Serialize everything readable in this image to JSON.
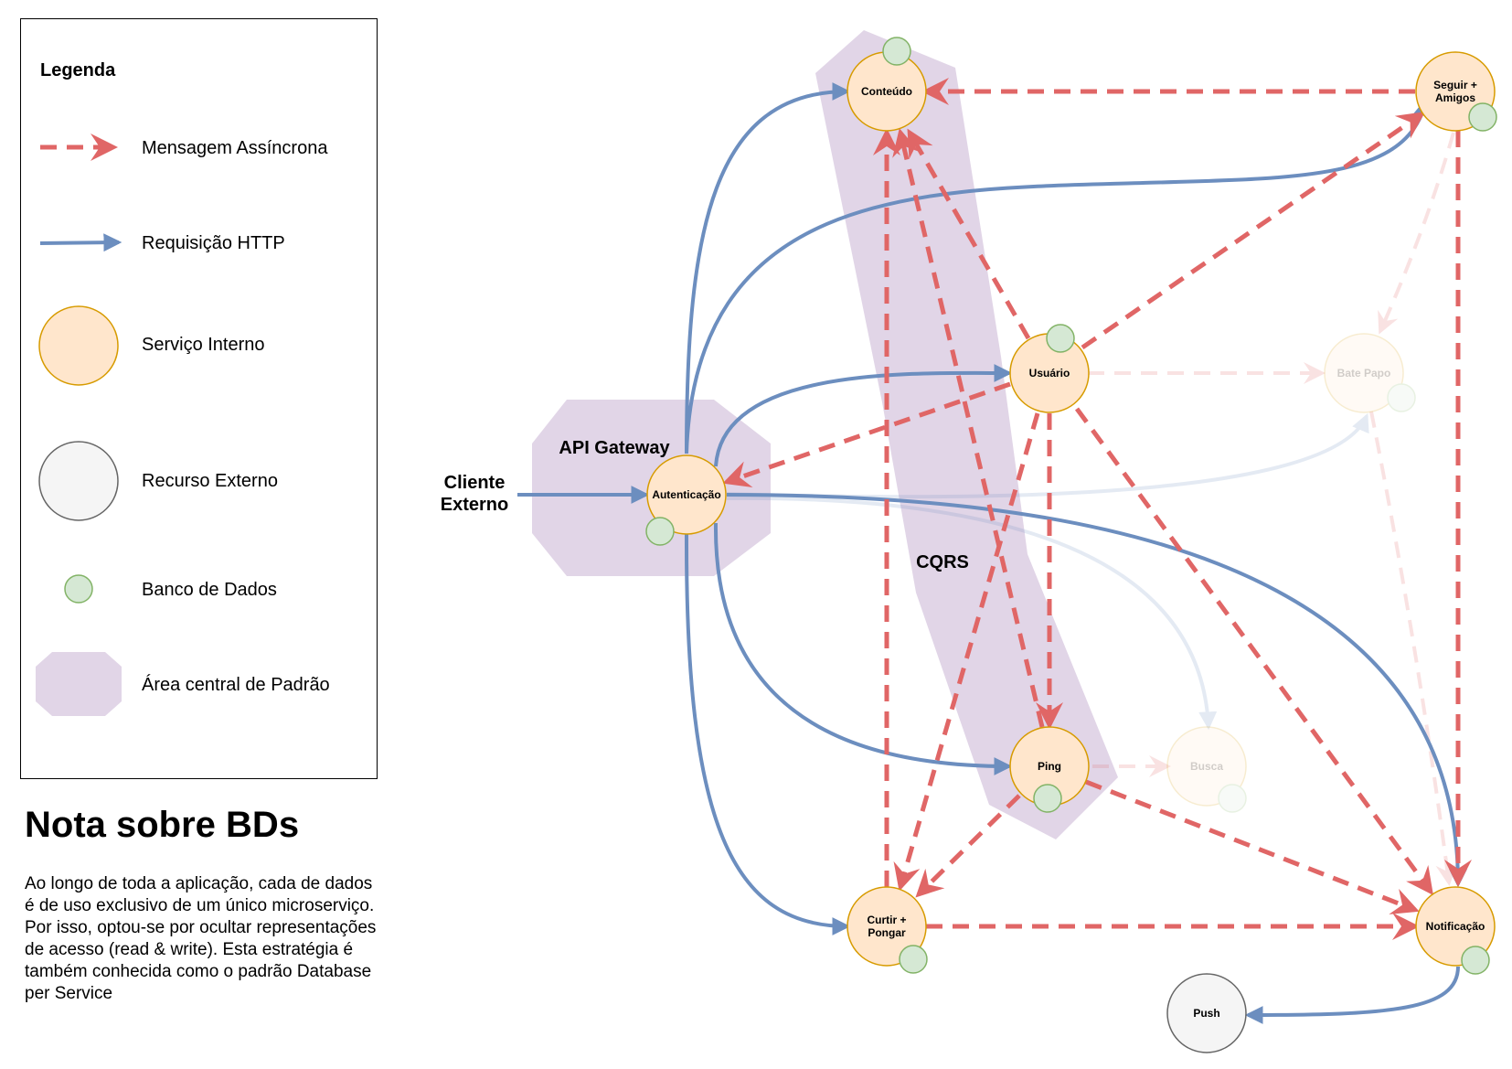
{
  "legend": {
    "title": "Legenda",
    "items": [
      {
        "label": "Mensagem Assíncrona"
      },
      {
        "label": "Requisição HTTP"
      },
      {
        "label": "Serviço Interno"
      },
      {
        "label": "Recurso Externo"
      },
      {
        "label": "Banco de Dados"
      },
      {
        "label": "Área central de Padrão"
      }
    ]
  },
  "note": {
    "title": "Nota sobre BDs",
    "body": "Ao longo de toda a aplicação, cada  de dados é de uso exclusivo de um único microserviço. Por isso, optou-se por ocultar representações de acesso (read & write). Esta estratégia é também conhecida como o padrão Database per Service"
  },
  "areas": {
    "api_gateway": "API Gateway",
    "cqrs": "CQRS"
  },
  "external_client": {
    "line1": "Cliente",
    "line2": "Externo"
  },
  "nodes": {
    "autenticacao": "Autenticação",
    "conteudo": "Conteúdo",
    "seguir": {
      "line1": "Seguir +",
      "line2": "Amigos"
    },
    "usuario": "Usuário",
    "bate_papo": "Bate Papo",
    "ping": "Ping",
    "busca": "Busca",
    "curtir": {
      "line1": "Curtir +",
      "line2": "Pongar"
    },
    "notificacao": "Notificação",
    "push": "Push"
  },
  "colors": {
    "async": "#e06666",
    "http": "#6c8ebf",
    "service_fill": "#ffe6cc",
    "service_stroke": "#d79b00",
    "external_fill": "#f5f5f5",
    "external_stroke": "#666666",
    "db_fill": "#d5e8d4",
    "db_stroke": "#82b366",
    "area_fill": "#e1d5e7"
  }
}
